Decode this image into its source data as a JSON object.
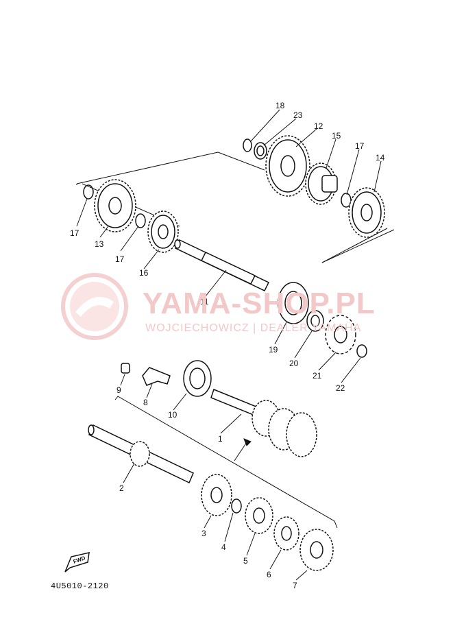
{
  "watermark": {
    "title": "YAMA-SHOP.PL",
    "subtitle": "WOJCIECHOWICZ | DEALER YAMAHA"
  },
  "diagram_code": "4U5010-2120",
  "fwd_label": "FWD",
  "callouts": [
    "1",
    "2",
    "3",
    "4",
    "5",
    "6",
    "7",
    "8",
    "9",
    "10",
    "11",
    "12",
    "13",
    "14",
    "15",
    "16",
    "17",
    "17",
    "17",
    "18",
    "19",
    "20",
    "21",
    "22",
    "23"
  ]
}
